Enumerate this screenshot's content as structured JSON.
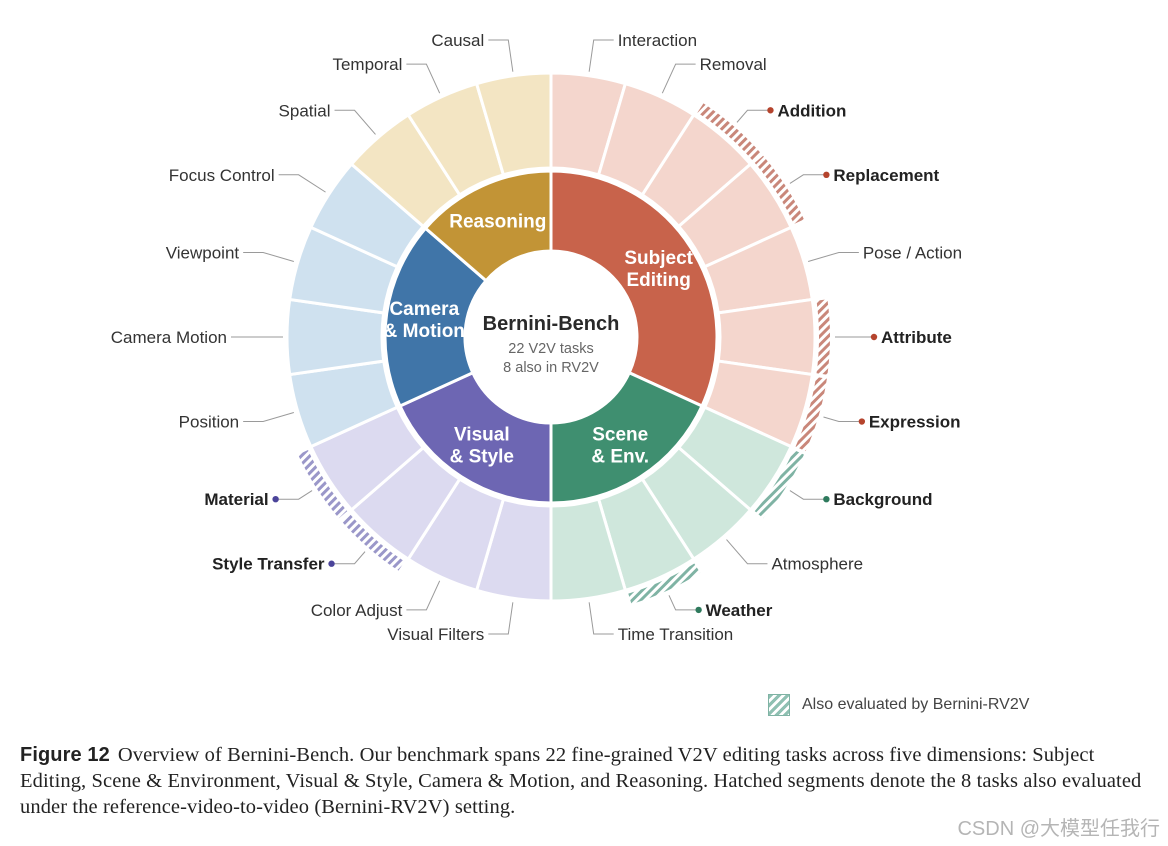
{
  "center": {
    "title": "Bernini-Bench",
    "line1": "22 V2V tasks",
    "line2": "8 also in RV2V"
  },
  "dimensions": [
    {
      "id": "subject",
      "label_lines": [
        "Subject",
        "Editing"
      ],
      "color": "#c8634b",
      "light": "#f4d6cd",
      "dot": "#b5442d",
      "hatch": "#c9877a"
    },
    {
      "id": "scene",
      "label_lines": [
        "Scene",
        "& Env."
      ],
      "color": "#3f8f70",
      "light": "#cfe7dc",
      "dot": "#2e7a5d",
      "hatch": "#7fb3a4"
    },
    {
      "id": "visual",
      "label_lines": [
        "Visual",
        "& Style"
      ],
      "color": "#6d66b3",
      "light": "#dcdaf0",
      "dot": "#4b449a",
      "hatch": "#9a97c9"
    },
    {
      "id": "camera",
      "label_lines": [
        "Camera",
        "& Motion"
      ],
      "color": "#4075a8",
      "light": "#cfe1ef",
      "dot": "#2f5f8d",
      "hatch": "#89a9c8"
    },
    {
      "id": "reasoning",
      "label_lines": [
        "Reasoning"
      ],
      "color": "#c29436",
      "light": "#f3e5c3",
      "dot": "#a87a20",
      "hatch": "#d6b873"
    }
  ],
  "tasks": [
    {
      "label": "Interaction",
      "dim": "subject",
      "rv2v": false
    },
    {
      "label": "Removal",
      "dim": "subject",
      "rv2v": false
    },
    {
      "label": "Addition",
      "dim": "subject",
      "rv2v": true
    },
    {
      "label": "Replacement",
      "dim": "subject",
      "rv2v": true
    },
    {
      "label": "Pose / Action",
      "dim": "subject",
      "rv2v": false
    },
    {
      "label": "Attribute",
      "dim": "subject",
      "rv2v": true
    },
    {
      "label": "Expression",
      "dim": "subject",
      "rv2v": true
    },
    {
      "label": "Background",
      "dim": "scene",
      "rv2v": true
    },
    {
      "label": "Atmosphere",
      "dim": "scene",
      "rv2v": false
    },
    {
      "label": "Weather",
      "dim": "scene",
      "rv2v": true
    },
    {
      "label": "Time Transition",
      "dim": "scene",
      "rv2v": false
    },
    {
      "label": "Visual Filters",
      "dim": "visual",
      "rv2v": false
    },
    {
      "label": "Color Adjust",
      "dim": "visual",
      "rv2v": false
    },
    {
      "label": "Style Transfer",
      "dim": "visual",
      "rv2v": true
    },
    {
      "label": "Material",
      "dim": "visual",
      "rv2v": true
    },
    {
      "label": "Position",
      "dim": "camera",
      "rv2v": false
    },
    {
      "label": "Camera Motion",
      "dim": "camera",
      "rv2v": false
    },
    {
      "label": "Viewpoint",
      "dim": "camera",
      "rv2v": false
    },
    {
      "label": "Focus Control",
      "dim": "camera",
      "rv2v": false
    },
    {
      "label": "Spatial",
      "dim": "reasoning",
      "rv2v": false
    },
    {
      "label": "Temporal",
      "dim": "reasoning",
      "rv2v": false
    },
    {
      "label": "Causal",
      "dim": "reasoning",
      "rv2v": false
    }
  ],
  "legend": {
    "label": "Also evaluated by Bernini-RV2V"
  },
  "caption": {
    "label": "Figure 12",
    "text": "Overview of Bernini-Bench. Our benchmark spans 22 fine-grained V2V editing tasks across five dimensions: Subject Editing, Scene & Environment, Visual & Style, Camera & Motion, and Reasoning. Hatched segments denote the 8 tasks also evaluated under the reference-video-to-video (Bernini-RV2V) setting."
  },
  "watermark": "CSDN @大模型任我行"
}
